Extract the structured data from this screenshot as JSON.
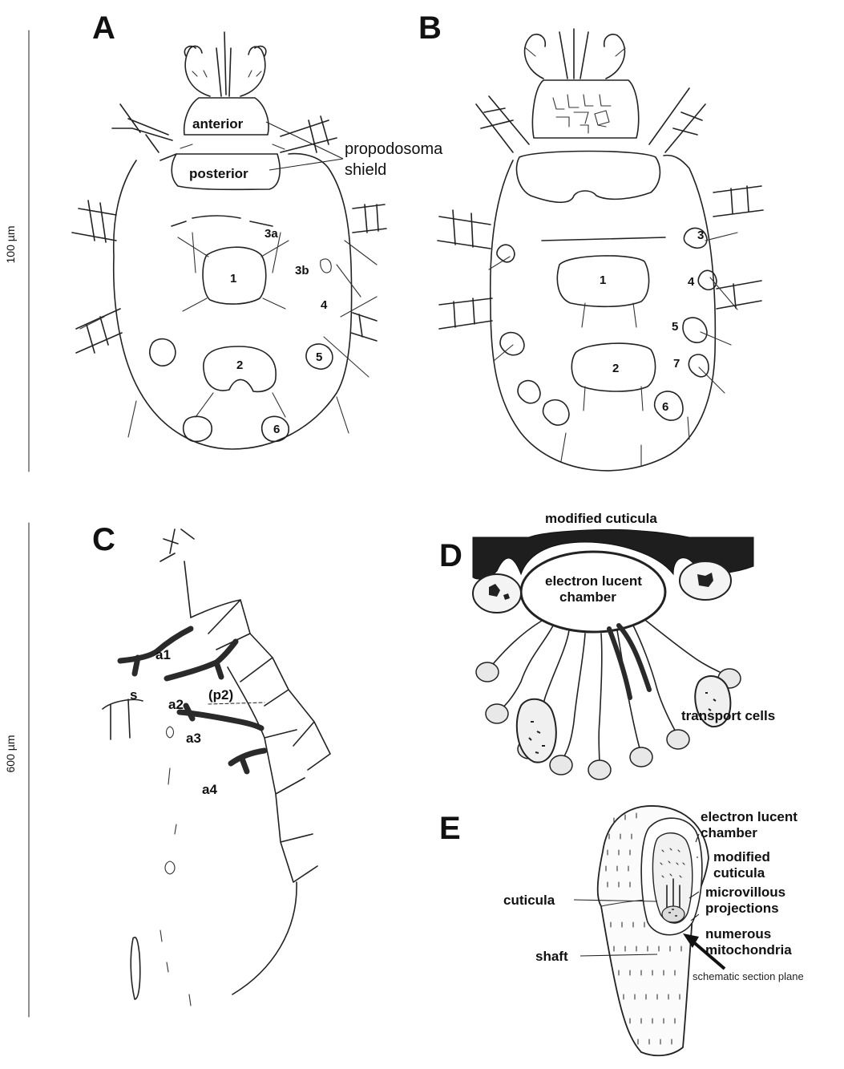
{
  "panels": {
    "A": {
      "letter": "A",
      "scale": "100 µm",
      "labels": {
        "anterior": "anterior",
        "posterior": "posterior",
        "propodosoma": "propodosoma",
        "shield": "shield"
      },
      "plate_numbers": [
        "3a",
        "3b",
        "1",
        "4",
        "2",
        "5",
        "6"
      ]
    },
    "B": {
      "letter": "B",
      "plate_numbers": [
        "3",
        "1",
        "4",
        "5",
        "2",
        "7",
        "6"
      ]
    },
    "C": {
      "letter": "C",
      "scale": "600 µm",
      "labels": {
        "s": "s",
        "a1": "a1",
        "a2": "a2",
        "p2": "(p2)",
        "a3": "a3",
        "a4": "a4"
      }
    },
    "D": {
      "letter": "D",
      "labels": {
        "modified_cuticula": "modified cuticula",
        "chamber_line1": "electron lucent",
        "chamber_line2": "chamber",
        "transport_cells": "transport cells"
      }
    },
    "E": {
      "letter": "E",
      "labels": {
        "chamber_line1": "electron lucent",
        "chamber_line2": "chamber",
        "modified_line1": "modified",
        "modified_line2": "cuticula",
        "microvillous_line1": "microvillous",
        "microvillous_line2": "projections",
        "cuticula": "cuticula",
        "mito_line1": "numerous",
        "mito_line2": "mitochondria",
        "shaft": "shaft",
        "section_plane": "schematic section plane"
      }
    }
  }
}
